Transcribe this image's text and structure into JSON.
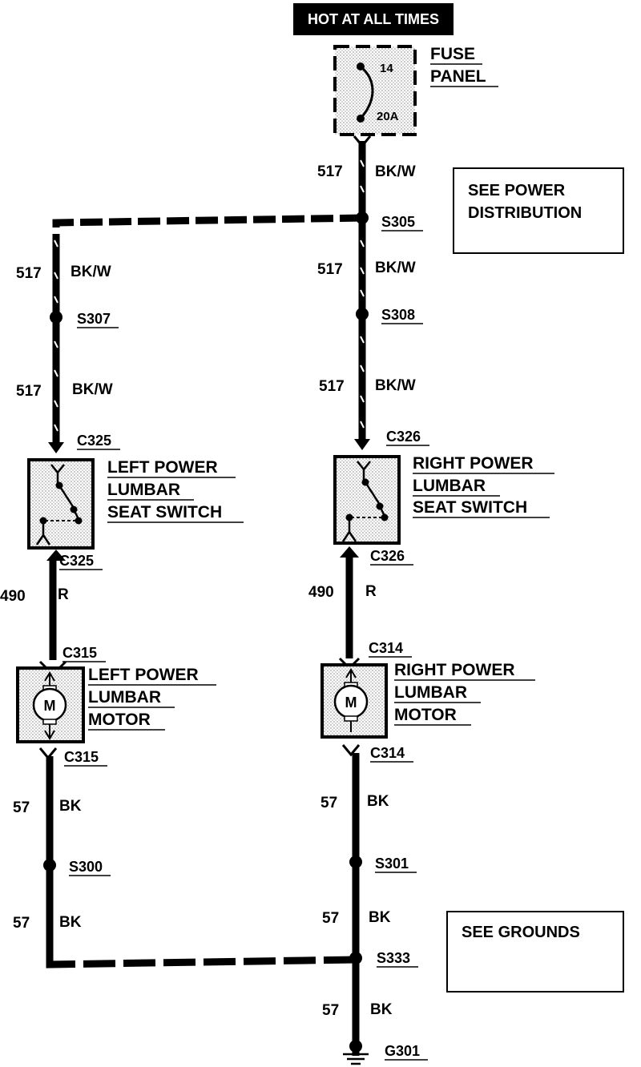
{
  "header": {
    "hot_label": "HOT AT ALL TIMES"
  },
  "fuse": {
    "label_line1": "FUSE",
    "label_line2": "PANEL",
    "number": "14",
    "rating": "20A"
  },
  "notes": {
    "power_line1": "SEE POWER",
    "power_line2": "DISTRIBUTION",
    "grounds": "SEE GROUNDS"
  },
  "wires": {
    "w517": "517",
    "bkw": "BK/W",
    "w490": "490",
    "r": "R",
    "w57": "57",
    "bk": "BK"
  },
  "splices": {
    "s305": "S305",
    "s307": "S307",
    "s308": "S308",
    "s300": "S300",
    "s301": "S301",
    "s333": "S333"
  },
  "connectors": {
    "c325": "C325",
    "c326": "C326",
    "c315": "C315",
    "c314": "C314"
  },
  "components": {
    "left_switch": {
      "line1": "LEFT POWER",
      "line2": "LUMBAR",
      "line3": "SEAT SWITCH"
    },
    "right_switch": {
      "line1": "RIGHT POWER",
      "line2": "LUMBAR",
      "line3": "SEAT SWITCH"
    },
    "left_motor": {
      "line1": "LEFT POWER",
      "line2": "LUMBAR",
      "line3": "MOTOR"
    },
    "right_motor": {
      "line1": "RIGHT POWER",
      "line2": "LUMBAR",
      "line3": "MOTOR"
    },
    "motor_symbol": "M"
  },
  "ground": {
    "label": "G301",
    "icon": "ground-icon"
  }
}
